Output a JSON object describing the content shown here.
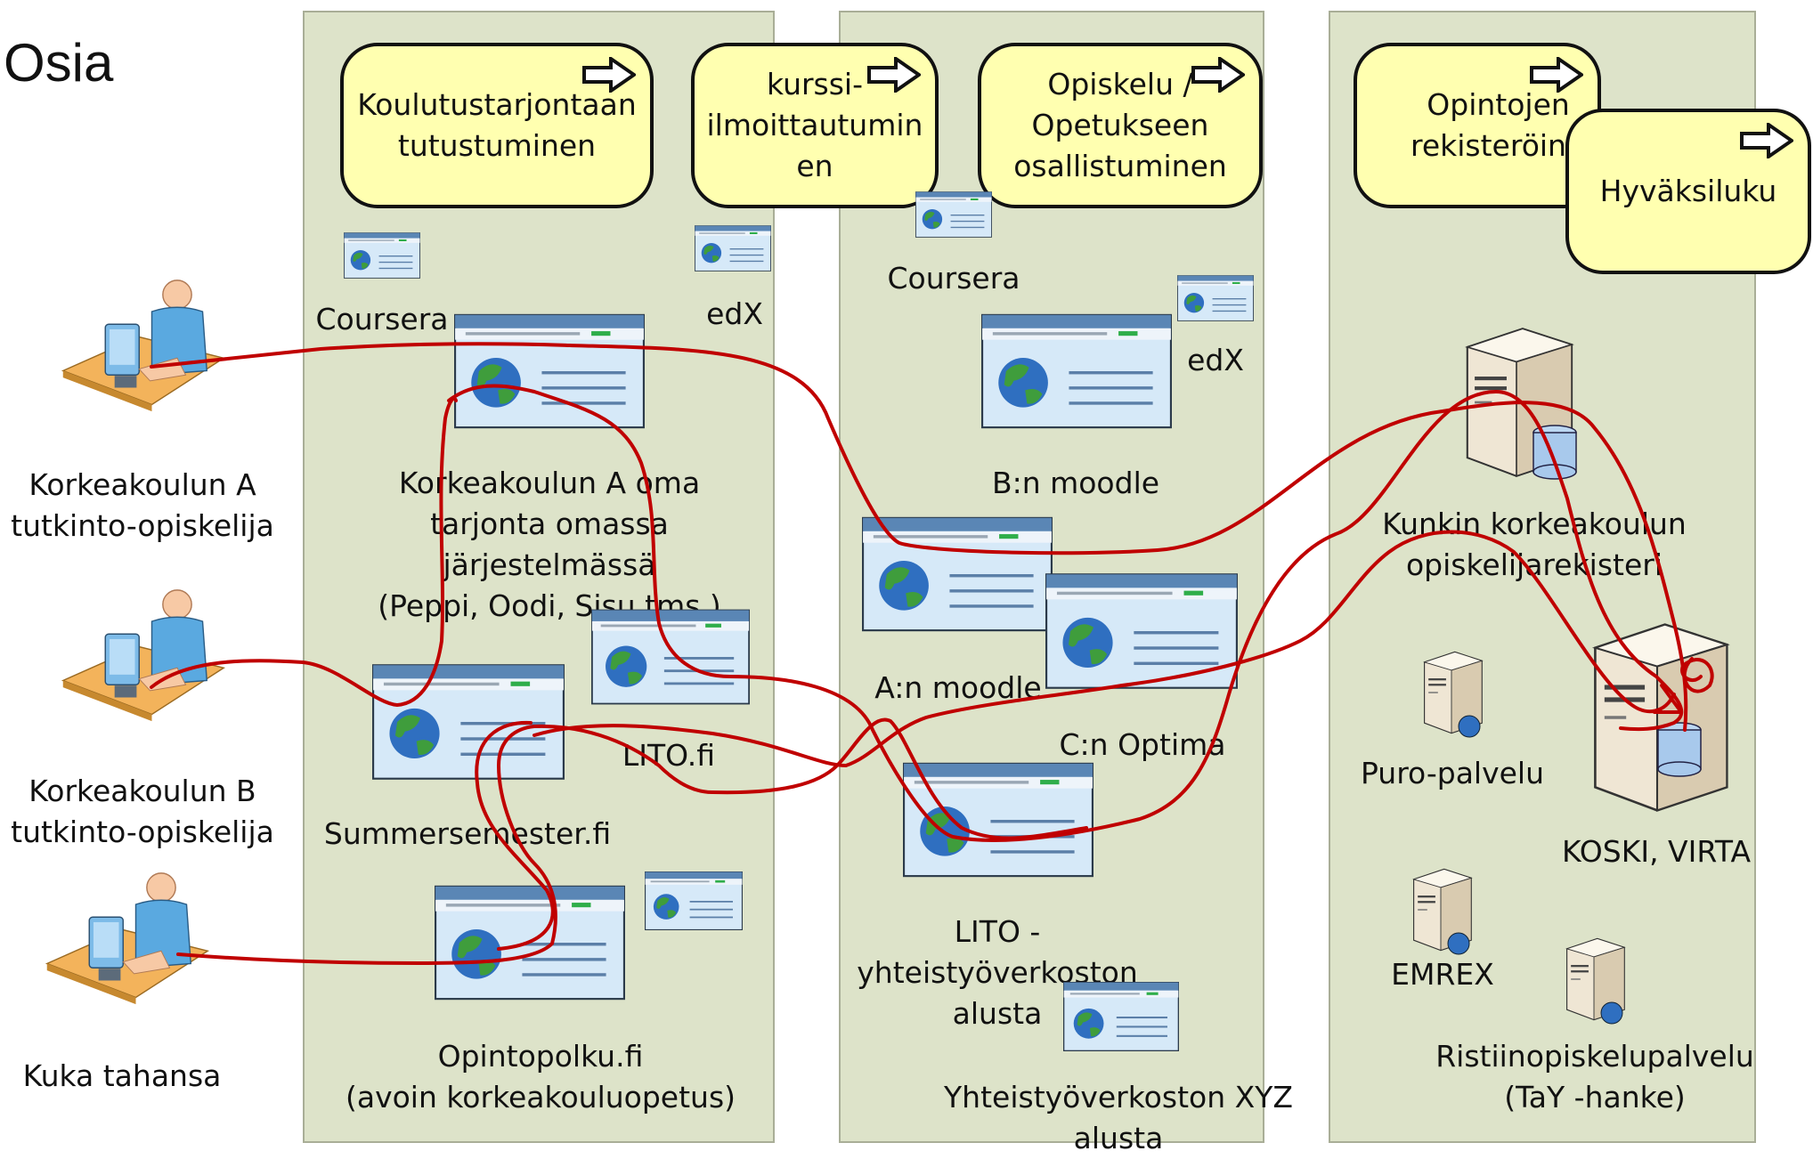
{
  "title": "Osia",
  "phases": {
    "p1": "Koulutustarjontaan\ntutustuminen",
    "p2": "kurssi-\nilmoittautumin\nen",
    "p3": "Opiskelu /\nOpetukseen\nosallistuminen",
    "p4": "Opintojen\nrekisteröinti",
    "p5": "Hyväksiluku"
  },
  "actors": {
    "a": "Korkeakoulun A\ntutkinto-opiskelija",
    "b": "Korkeakoulun B\ntutkinto-opiskelija",
    "c": "Kuka tahansa"
  },
  "lane1": {
    "coursera": "Coursera",
    "edx": "edX",
    "oma": "Korkeakoulun A oma\ntarjonta omassa järjestelmässä\n(Peppi, Oodi, Sisu tms.)",
    "summer": "Summersemester.fi",
    "lito": "LITO.fi",
    "opintopolku": "Opintopolku.fi\n(avoin korkeakouluopetus)"
  },
  "lane2": {
    "coursera": "Coursera",
    "edx": "edX",
    "bmoodle": "B:n moodle",
    "amoodle": "A:n moodle",
    "coptima": "C:n Optima",
    "lito": "LITO -yhteistyöverkoston\nalusta",
    "xyz": "Yhteistyöverkoston XYZ alusta"
  },
  "lane3": {
    "rekisteri": "Kunkin korkeakoulun\nopiskelijarekisteri",
    "puro": "Puro-palvelu",
    "koski": "KOSKI, VIRTA",
    "emrex": "EMREX",
    "ristiin": "Ristiinopiskelupalvelu\n(TaY -hanke)"
  },
  "colors": {
    "lane": "#dde3c9",
    "phase": "#ffffb0",
    "flow": "#c00000"
  }
}
